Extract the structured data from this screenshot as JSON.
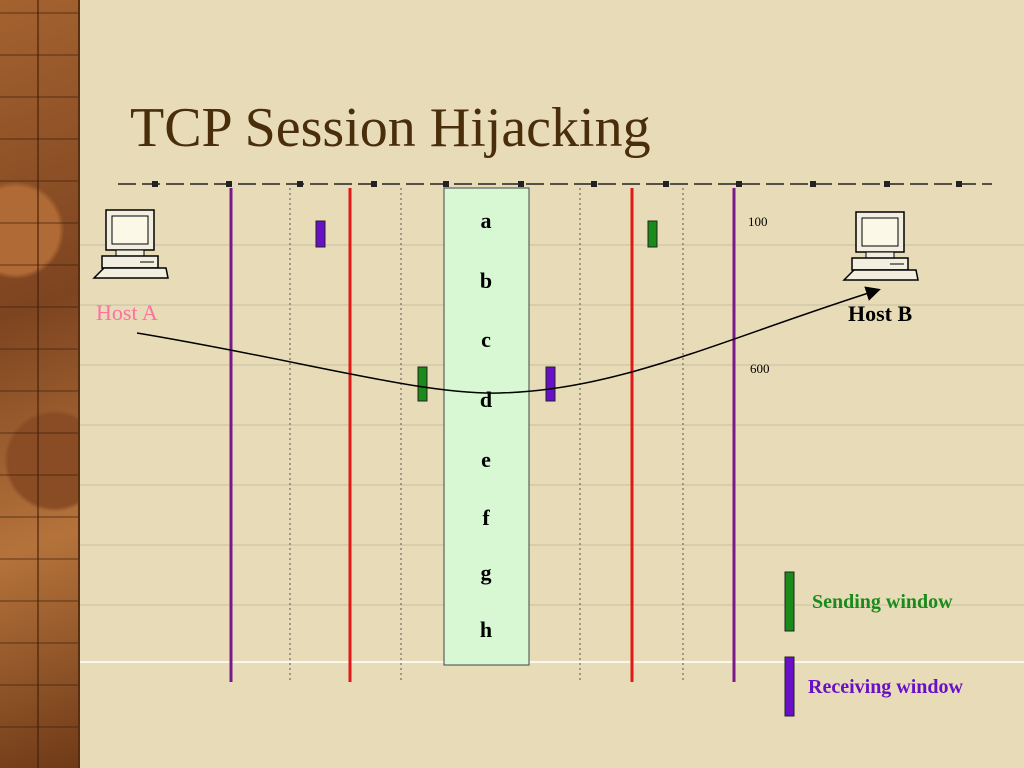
{
  "title": "TCP Session Hijacking",
  "hosts": {
    "a_label": "Host A",
    "b_label": "Host B"
  },
  "numbers": {
    "n100": "100",
    "n600": "600"
  },
  "segments": [
    "a",
    "b",
    "c",
    "d",
    "e",
    "f",
    "g",
    "h"
  ],
  "legend": {
    "sending": "Sending window",
    "receiving": "Receiving window"
  },
  "colors": {
    "sending": "#1a8a1a",
    "receiving": "#6a0fc8",
    "boundary_purple": "#7a1a8a",
    "boundary_red": "#e01818",
    "buffer_fill": "#d8f8d4",
    "title": "#4a2d0a"
  }
}
